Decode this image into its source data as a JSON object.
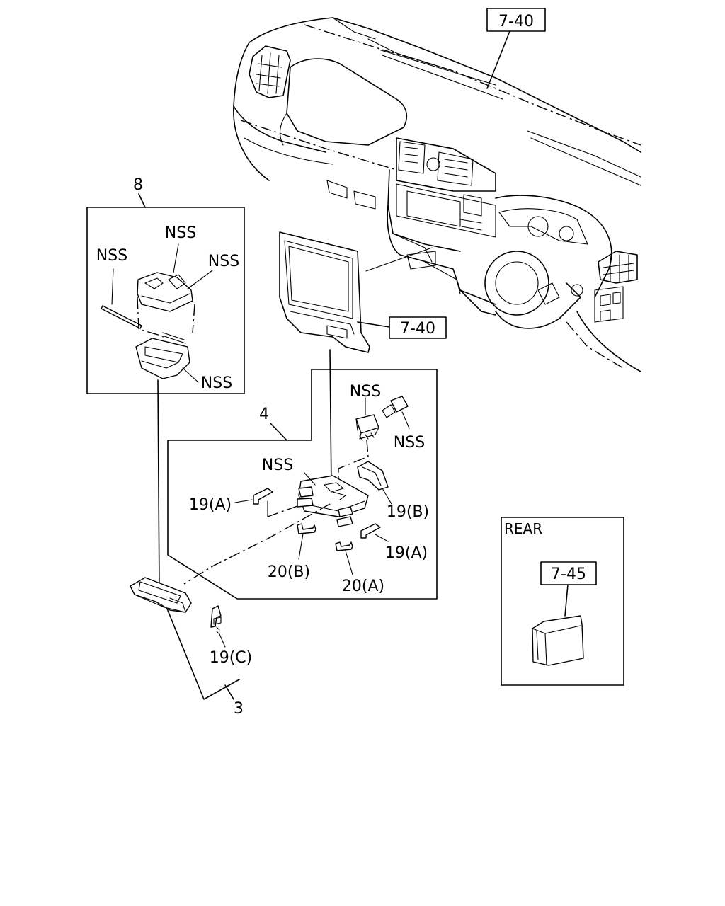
{
  "labels": {
    "ref_top": "7-40",
    "ref_mid": "7-40",
    "ref_rear": "7-45",
    "rear_box_title": "REAR",
    "item_8": "8",
    "item_4": "4",
    "item_3": "3",
    "nss_1": "NSS",
    "nss_2": "NSS",
    "nss_3": "NSS",
    "nss_4": "NSS",
    "nss_5": "NSS",
    "nss_6": "NSS",
    "nss_7": "NSS",
    "p19a_1": "19(A)",
    "p19a_2": "19(A)",
    "p19b": "19(B)",
    "p19c": "19(C)",
    "p20a": "20(A)",
    "p20b": "20(B)"
  }
}
